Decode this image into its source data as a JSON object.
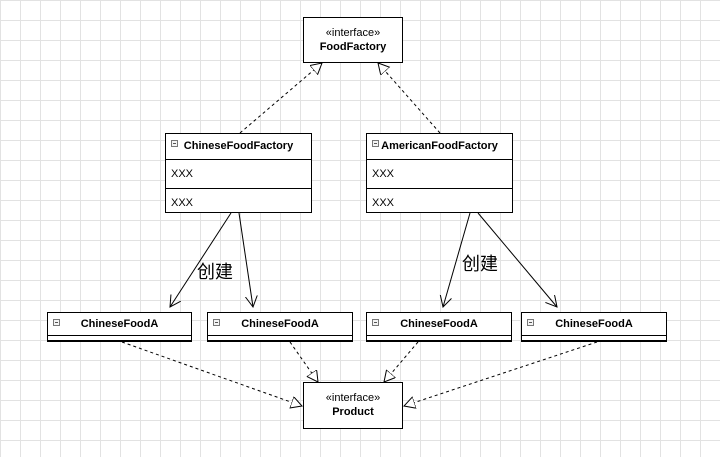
{
  "interfaces": {
    "food_factory": {
      "stereotype": "«interface»",
      "name": "FoodFactory"
    },
    "product": {
      "stereotype": "«interface»",
      "name": "Product"
    }
  },
  "factories": [
    {
      "name": "ChineseFoodFactory",
      "attribute": "XXX",
      "method": "XXX"
    },
    {
      "name": "AmericanFoodFactory",
      "attribute": "XXX",
      "method": "XXX"
    }
  ],
  "products": [
    {
      "name": "ChineseFoodA"
    },
    {
      "name": "ChineseFoodA"
    },
    {
      "name": "ChineseFoodA"
    },
    {
      "name": "ChineseFoodA"
    }
  ],
  "labels": {
    "create_left": "创建",
    "create_right": "创建"
  }
}
